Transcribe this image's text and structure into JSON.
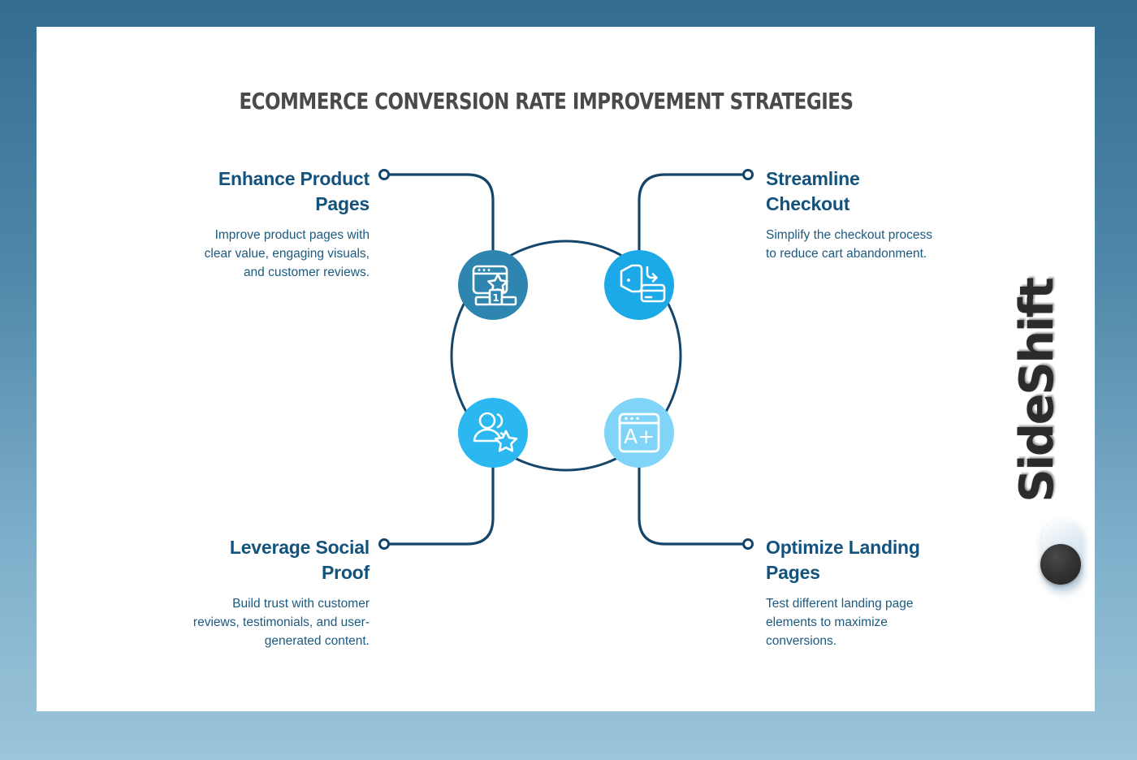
{
  "page": {
    "title": "ECOMMERCE CONVERSION RATE IMPROVEMENT STRATEGIES",
    "background_top_color": "#336d91",
    "background_bottom_color": "#9cc4da",
    "card_color": "#ffffff",
    "title_color": "#4a4a4a"
  },
  "brand": {
    "name": "SideShift",
    "color": "#2b2b2b",
    "mark_name": "pill-knob-logo-mark"
  },
  "diagram": {
    "type": "circular-four-node",
    "ring_color": "#14456b",
    "connector_color": "#14456b",
    "heading_color": "#12527c",
    "body_color": "#1c5a80",
    "nodes": [
      {
        "id": "enhance-product-pages",
        "position": "top-left",
        "heading": "Enhance Product Pages",
        "body": "Improve product pages with clear value, engaging visuals, and customer reviews.",
        "icon": "browser-star-podium-icon",
        "circle_color": "#2e86b0"
      },
      {
        "id": "streamline-checkout",
        "position": "top-right",
        "heading": "Streamline Checkout",
        "body": "Simplify the checkout process to reduce cart abandonment.",
        "icon": "wallet-card-refresh-icon",
        "circle_color": "#1ca9e8"
      },
      {
        "id": "leverage-social-proof",
        "position": "bottom-left",
        "heading": "Leverage Social Proof",
        "body": "Build trust with customer reviews, testimonials, and user-generated content.",
        "icon": "users-star-icon",
        "circle_color": "#2bb8f0"
      },
      {
        "id": "optimize-landing-pages",
        "position": "bottom-right",
        "heading": "Optimize Landing Pages",
        "body": "Test different landing page elements to maximize conversions.",
        "icon": "browser-a-plus-icon",
        "circle_color": "#7fd4f7"
      }
    ]
  }
}
